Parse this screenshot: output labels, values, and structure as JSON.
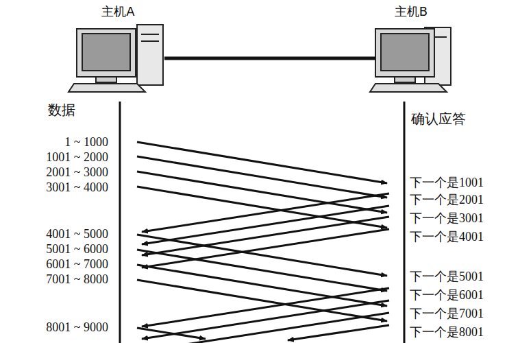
{
  "diagram": {
    "nodes": [
      {
        "text": [
          "主机A"
        ]
      },
      {
        "text": [
          "主机B"
        ]
      }
    ],
    "edges": [
      {
        "from": 0,
        "to": 1,
        "arrow": "none"
      }
    ],
    "labels": [
      "数据",
      "1 ~ 1000",
      "1001 ~ 2000",
      "2001 ~ 3000",
      "3001 ~ 4000",
      "4001 ~ 5000",
      "5001 ~ 6000",
      "6001 ~ 7000",
      "7001 ~ 8000",
      "8001 ~ 9000",
      "确认应答",
      "下一个是1001",
      "下一个是2001",
      "下一个是3001",
      "下一个是4001",
      "下一个是5001",
      "下一个是6001",
      "下一个是7001",
      "下一个是8001"
    ]
  }
}
